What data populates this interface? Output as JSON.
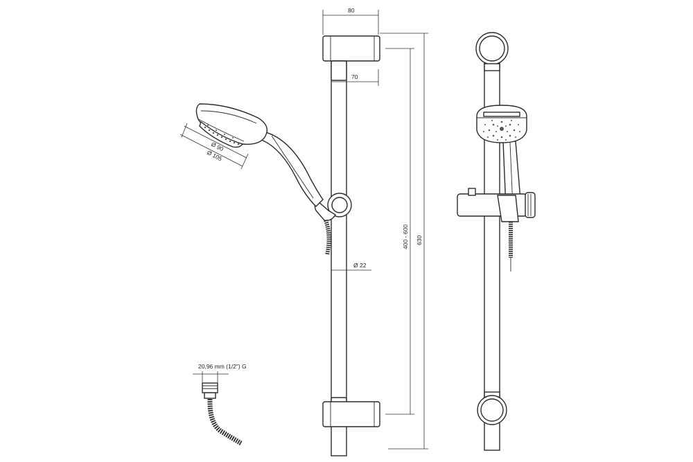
{
  "dimensions": {
    "bracket_depth": "80",
    "bar_offset": "70",
    "head_inner_diameter": "Ø 90",
    "head_outer_diameter": "Ø 105",
    "bar_diameter": "Ø 22",
    "adjustable_range": "400 - 600",
    "overall_length": "630",
    "hose_connection": "20,96 mm (1/2\") G"
  }
}
